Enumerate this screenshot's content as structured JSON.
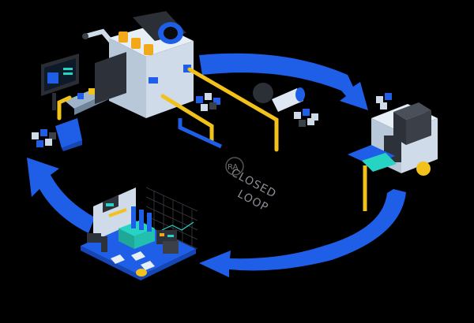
{
  "center_label": {
    "line1": "CLOSED",
    "line2": "LOOP"
  },
  "logo": {
    "text": "RA"
  },
  "colors": {
    "background": "#000000",
    "arrow_blue": "#1f5fe8",
    "yellow": "#f2c21b",
    "machine_body": "#cfdbe8",
    "dark_module": "#3a3f48",
    "teal": "#27d3c2",
    "label_gray": "#8a8d94"
  },
  "stations": [
    {
      "name": "manufacturing-line"
    },
    {
      "name": "data-server-rack"
    },
    {
      "name": "analytics-control-room"
    }
  ]
}
